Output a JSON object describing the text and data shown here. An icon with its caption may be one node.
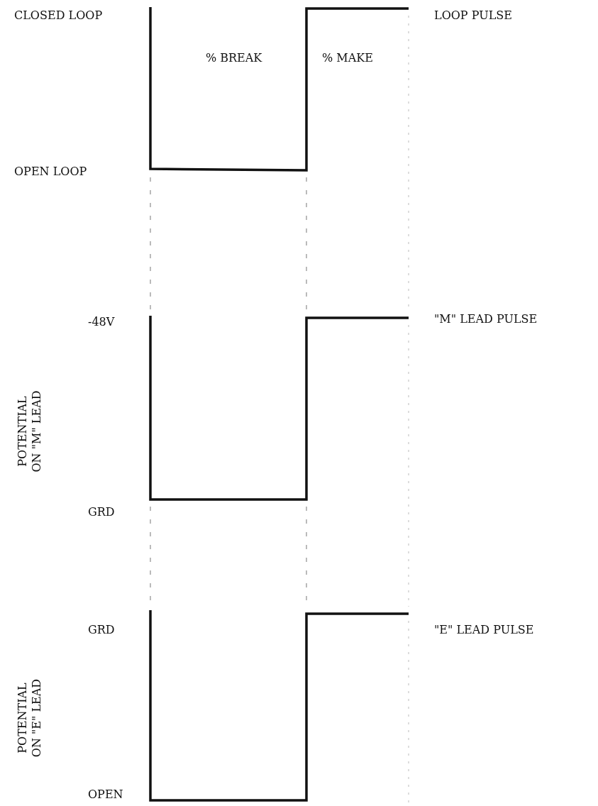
{
  "diagram": {
    "labels": [
      "CLOSED LOOP",
      "% BREAK",
      "% MAKE",
      "LOOP PULSE",
      "OPEN LOOP",
      "-48V",
      "\"M\" LEAD PULSE",
      "POTENTIAL ON \"M\" LEAD",
      "GRD",
      "GRD",
      "\"E\" LEAD PULSE",
      "POTENTIAL ON \"E\" LEAD",
      "OPEN"
    ]
  }
}
